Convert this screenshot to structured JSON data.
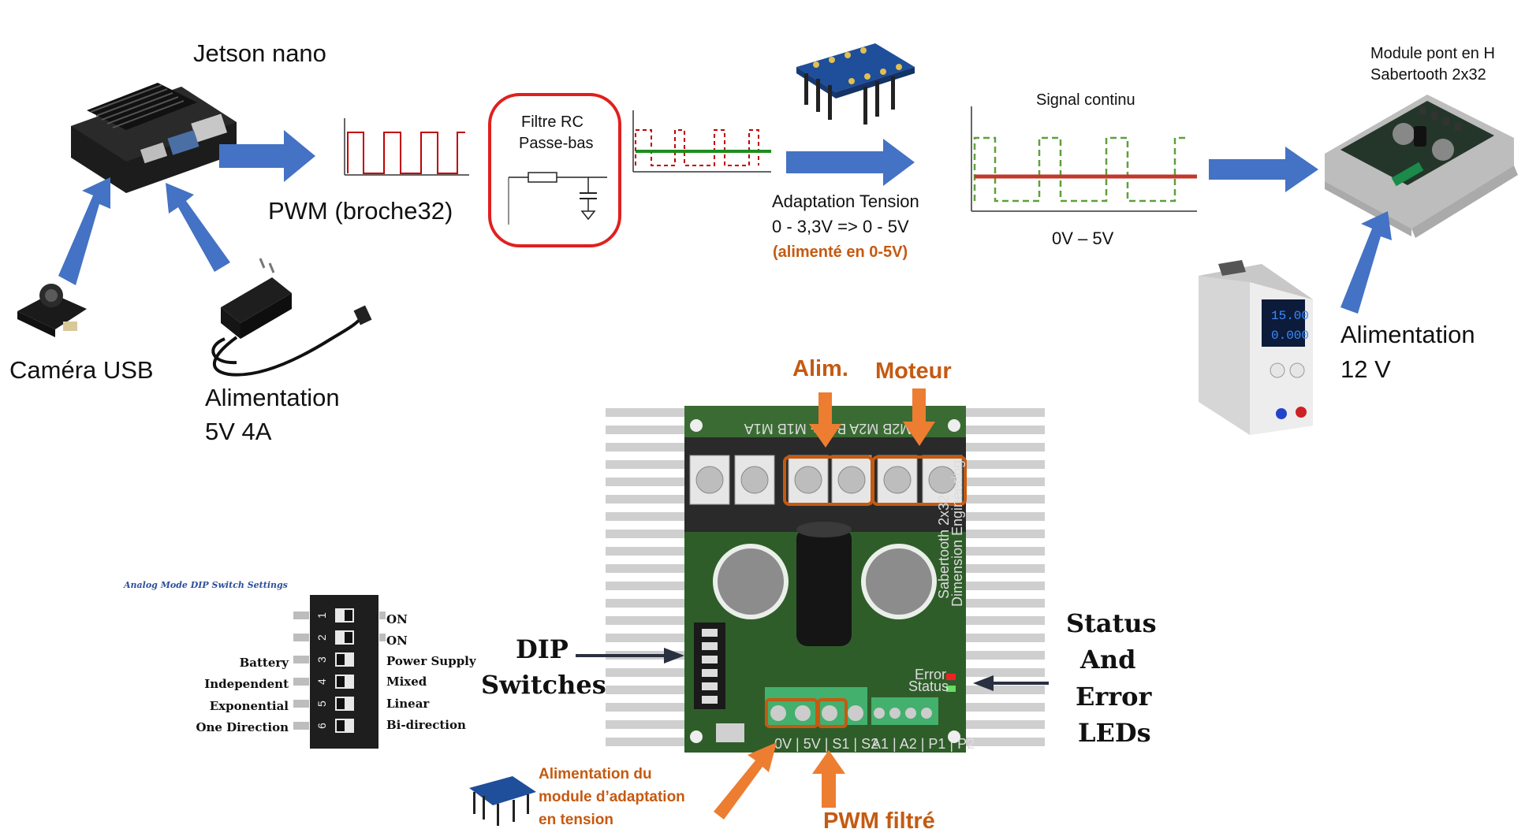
{
  "colors": {
    "arrow_blue": "#4472c4",
    "arrow_orange": "#ed7d31",
    "label_orange": "#c55a11",
    "pwm_red": "#c00000",
    "dc_green": "#1e8c1e",
    "board_green": "#2f5d2a",
    "heatsink_gray": "#cfcfcf",
    "highlight_box": "#c55a11"
  },
  "labels": {
    "jetson": "Jetson nano",
    "pwm": "PWM (broche32)",
    "filter_line1": "Filtre RC",
    "filter_line2": "Passe-bas",
    "adapt_line1": "Adaptation Tension",
    "adapt_line2": "0 - 3,3V => 0 - 5V",
    "adapt_line3": "(alimenté en 0-5V)",
    "signal_title": "Signal continu",
    "signal_range": "0V – 5V",
    "module_line1": "Module pont en H",
    "module_line2": "Sabertooth 2x32",
    "camera": "Caméra USB",
    "psu5_line1": "Alimentation",
    "psu5_line2": "5V 4A",
    "psu12_line1": "Alimentation",
    "psu12_line2": "12 V",
    "alim": "Alim.",
    "moteur": "Moteur",
    "dip_line1": "DIP",
    "dip_line2": "Switches",
    "status_line1": "Status",
    "status_line2": "And",
    "status_line3": "Error",
    "status_line4": "LEDs",
    "adapt_power_line1": "Alimentation du",
    "adapt_power_line2": "module d’adaptation",
    "adapt_power_line3": "en tension",
    "pwm_filtered": "PWM filtré"
  },
  "dip_settings": {
    "title": "Analog Mode DIP Switch Settings",
    "numbers": [
      "1",
      "2",
      "3",
      "4",
      "5",
      "6"
    ],
    "left": [
      "",
      "",
      "Battery",
      "Independent",
      "Exponential",
      "One Direction"
    ],
    "right": [
      "ON",
      "ON",
      "Power Supply",
      "Mixed",
      "Linear",
      "Bi-direction"
    ]
  },
  "board": {
    "top_terminals": "M2B  M2A  B-  B+  M1B  M1A",
    "bottom_terminals": "0V | 5V | S1 | S2",
    "bottom_terminals_right": "A1 | A2 | P1 | P2",
    "brand": "Sabertooth 2x32",
    "brand_sub": "Dimension Engineering",
    "error": "Error",
    "status": "Status"
  },
  "psu_display": {
    "voltage": "15.00",
    "current": "0.000"
  }
}
